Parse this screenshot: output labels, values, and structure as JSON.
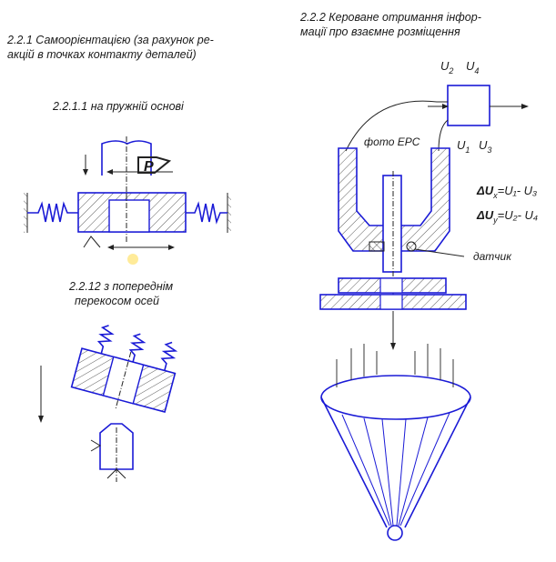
{
  "left": {
    "title_line1": "2.2.1 Самоорієнтацією (за рахунок ре-",
    "title_line2": "акцій в точках контакту деталей)",
    "sub1": "2.2.1.1 на пружній основі",
    "force_label": "P",
    "sub2_line1": "2.2.12 з  попереднім",
    "sub2_line2": "перекосом осей"
  },
  "right": {
    "title_line1": "2.2.2 Кероване отримання інфор-",
    "title_line2": "мації про взаємне розміщення",
    "u2": "U",
    "u2_sub": "2",
    "u4": "U",
    "u4_sub": "4",
    "u1": "U",
    "u1_sub": "1",
    "u3": "U",
    "u3_sub": "3",
    "photo_label": "фото ЕРС",
    "sensor_label": "датчик",
    "eq1": "ΔU",
    "eq1_sub": "x",
    "eq1_rest": "=U₁- U₃",
    "eq2": "ΔU",
    "eq2_sub": "y",
    "eq2_rest": "=U₂- U₄"
  },
  "colors": {
    "line": "#1a1ad6",
    "ink": "#1a1a1a",
    "marker": "#ffe680"
  }
}
